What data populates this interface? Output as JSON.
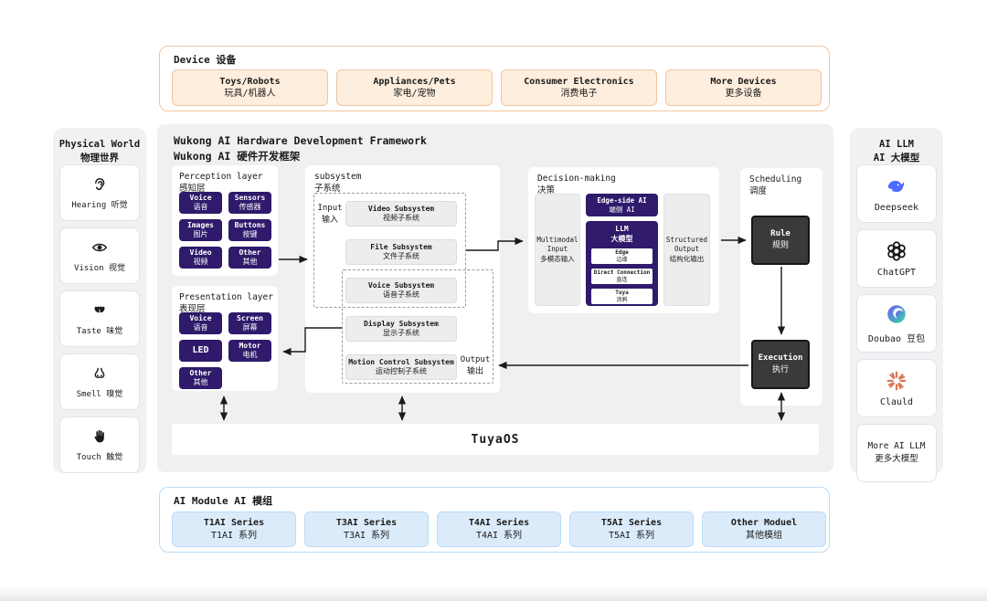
{
  "device": {
    "label": "Device 设备",
    "items": [
      {
        "en": "Toys/Robots",
        "zh": "玩具/机器人"
      },
      {
        "en": "Appliances/Pets",
        "zh": "家电/宠物"
      },
      {
        "en": "Consumer Electronics",
        "zh": "消费电子"
      },
      {
        "en": "More Devices",
        "zh": "更多设备"
      }
    ]
  },
  "physical_world": {
    "title_en": "Physical World",
    "title_zh": "物理世界",
    "items": [
      {
        "label": "Hearing 听觉",
        "icon": "ear-icon"
      },
      {
        "label": "Vision 视觉",
        "icon": "eye-icon"
      },
      {
        "label": "Taste 味觉",
        "icon": "tongue-icon"
      },
      {
        "label": "Smell 嗅觉",
        "icon": "nose-icon"
      },
      {
        "label": "Touch 触觉",
        "icon": "hand-icon"
      }
    ]
  },
  "framework": {
    "title_en": "Wukong AI Hardware Development Framework",
    "title_zh": "Wukong AI 硬件开发框架",
    "perception": {
      "label_en": "Perception layer",
      "label_zh": "感知层",
      "items": [
        {
          "en": "Voice",
          "zh": "语音"
        },
        {
          "en": "Sensors",
          "zh": "传感器"
        },
        {
          "en": "Images",
          "zh": "图片"
        },
        {
          "en": "Buttons",
          "zh": "按键"
        },
        {
          "en": "Video",
          "zh": "视频"
        },
        {
          "en": "Other",
          "zh": "其他"
        }
      ]
    },
    "presentation": {
      "label_en": "Presentation layer",
      "label_zh": "表现层",
      "items": [
        {
          "en": "Voice",
          "zh": "语音"
        },
        {
          "en": "Screen",
          "zh": "屏幕"
        },
        {
          "en": "LED"
        },
        {
          "en": "Motor",
          "zh": "电机"
        },
        {
          "en": "Other",
          "zh": "其他"
        }
      ]
    },
    "subsystem": {
      "label_en": "subsystem",
      "label_zh": "子系统",
      "input_en": "Input",
      "input_zh": "输入",
      "output_en": "Output",
      "output_zh": "输出",
      "items": [
        {
          "en": "Video Subsystem",
          "zh": "视频子系统"
        },
        {
          "en": "File Subsystem",
          "zh": "文件子系统"
        },
        {
          "en": "Voice Subsystem",
          "zh": "语音子系统"
        },
        {
          "en": "Display Subsystem",
          "zh": "显示子系统"
        },
        {
          "en": "Motion Control Subsystem",
          "zh": "运动控制子系统"
        }
      ]
    },
    "decision": {
      "label_en": "Decision-making",
      "label_zh": "决策",
      "multimodal_en": "Multimodal Input",
      "multimodal_zh": "多模态输入",
      "edge_en": "Edge-side AI",
      "edge_zh": "端侧 AI",
      "llm_en": "LLM",
      "llm_zh": "大模型",
      "llm_items": [
        {
          "en": "Edge",
          "zh": "边缘"
        },
        {
          "en": "Direct Connection",
          "zh": "直连"
        },
        {
          "en": "Tuya",
          "zh": "涂鸦"
        }
      ],
      "structured_en": "Structured Output",
      "structured_zh": "结构化输出"
    },
    "scheduling": {
      "label_en": "Scheduling",
      "label_zh": "调度",
      "rule_en": "Rule",
      "rule_zh": "规则",
      "exec_en": "Execution",
      "exec_zh": "执行"
    },
    "tuyaos": "TuyaOS"
  },
  "ai_llm": {
    "title_en": "AI LLM",
    "title_zh": "AI 大模型",
    "items": [
      {
        "label": "Deepseek",
        "icon": "deepseek-whale-icon"
      },
      {
        "label": "ChatGPT",
        "icon": "chatgpt-icon"
      },
      {
        "label": "Doubao 豆包",
        "icon": "doubao-icon"
      },
      {
        "label": "Clauld",
        "icon": "claude-icon"
      }
    ],
    "more_en": "More AI LLM",
    "more_zh": "更多大模型"
  },
  "ai_module": {
    "label": "AI Module AI 模组",
    "items": [
      {
        "en": "T1AI Series",
        "zh": "T1AI 系列"
      },
      {
        "en": "T3AI Series",
        "zh": "T3AI 系列"
      },
      {
        "en": "T4AI Series",
        "zh": "T4AI 系列"
      },
      {
        "en": "T5AI Series",
        "zh": "T5AI 系列"
      },
      {
        "en": "Other Moduel",
        "zh": "其他模组"
      }
    ]
  },
  "colors": {
    "purple_chip": "#2f1a6b",
    "dark_box": "#3a3a3c",
    "device_accent": "#f0c59e",
    "device_fill": "#fdeedd",
    "module_accent": "#badbf7",
    "module_fill": "#dcebfa",
    "panel_gray": "#f1f1f3",
    "framework_gray": "#f0f0f1",
    "deepseek_blue": "#4d6bfe",
    "claude_orange": "#d97757",
    "doubao_purple": "#6f5cf1",
    "doubao_green": "#35d6a9"
  }
}
